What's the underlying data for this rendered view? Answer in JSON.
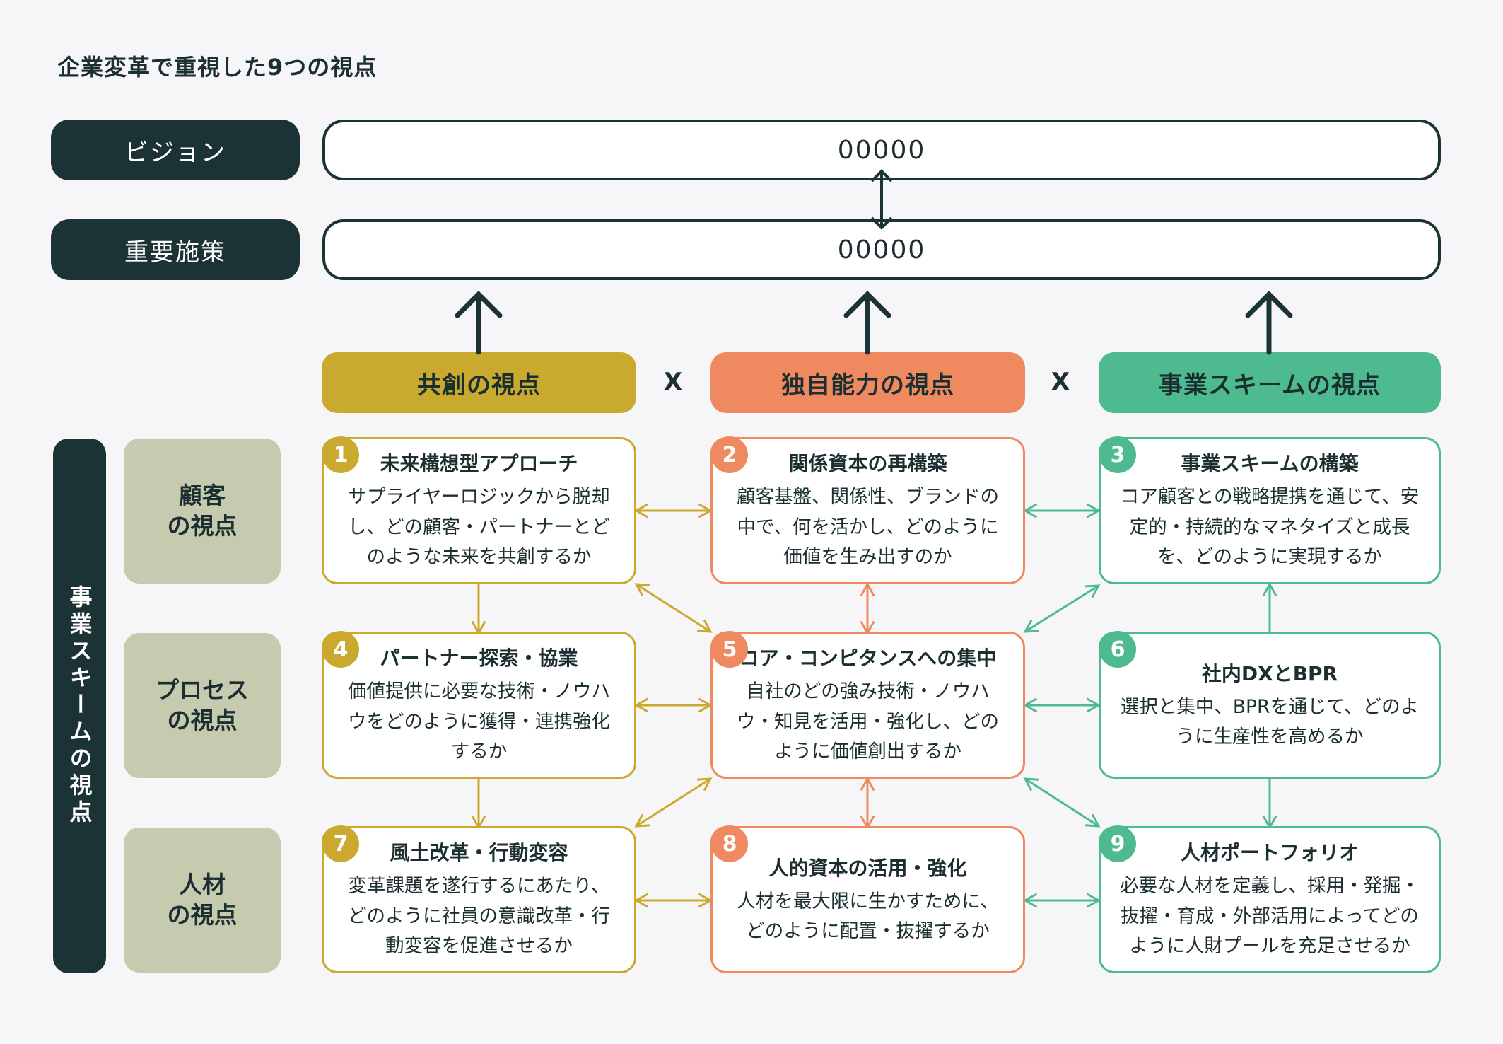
{
  "title": "企業変革で重視した9つの視点",
  "vision": {
    "label": "ビジョン",
    "value": "00000"
  },
  "strategy": {
    "label": "重要施策",
    "value": "00000"
  },
  "columns": [
    {
      "label": "共創の視点",
      "color": "#c9aa2e"
    },
    {
      "label": "独自能力の視点",
      "color": "#ef8a60"
    },
    {
      "label": "事業スキームの視点",
      "color": "#4dbb8f"
    }
  ],
  "x_mark": "X",
  "side_label": "事業スキームの視点",
  "rows": [
    {
      "line1": "顧客",
      "line2": "の視点"
    },
    {
      "line1": "プロセス",
      "line2": "の視点"
    },
    {
      "line1": "人材",
      "line2": "の視点"
    }
  ],
  "cards": [
    {
      "num": "1",
      "title": "未来構想型アプローチ",
      "desc": "サプライヤーロジックから脱却し、どの顧客・パートナーとどのような未来を共創するか"
    },
    {
      "num": "2",
      "title": "関係資本の再構築",
      "desc": "顧客基盤、関係性、ブランドの中で、何を活かし、どのように価値を生み出すのか"
    },
    {
      "num": "3",
      "title": "事業スキームの構築",
      "desc": "コア顧客との戦略提携を通じて、安定的・持続的なマネタイズと成長を、どのように実現するか"
    },
    {
      "num": "4",
      "title": "パートナー探索・協業",
      "desc": "価値提供に必要な技術・ノウハウをどのように獲得・連携強化するか"
    },
    {
      "num": "5",
      "title": "コア・コンピタンスへの集中",
      "desc": "自社のどの強み技術・ノウハウ・知見を活用・強化し、どのように価値創出するか"
    },
    {
      "num": "6",
      "title": "社内DXとBPR",
      "desc": "選択と集中、BPRを通じて、どのように生産性を高めるか"
    },
    {
      "num": "7",
      "title": "風土改革・行動変容",
      "desc": "変革課題を遂行するにあたり、どのように社員の意識改革・行動変容を促進させるか"
    },
    {
      "num": "8",
      "title": "人的資本の活用・強化",
      "desc": "人材を最大限に生かすために、どのように配置・抜擢するか"
    },
    {
      "num": "9",
      "title": "人材ポートフォリオ",
      "desc": "必要な人材を定義し、採用・発掘・抜擢・育成・外部活用によってどのように人財プールを充足させるか"
    }
  ],
  "colors": {
    "dark": "#1b3335",
    "gold": "#cba92e",
    "orange": "#ef8a60",
    "green": "#4dbb8f",
    "row_label_bg": "#c6caae"
  }
}
